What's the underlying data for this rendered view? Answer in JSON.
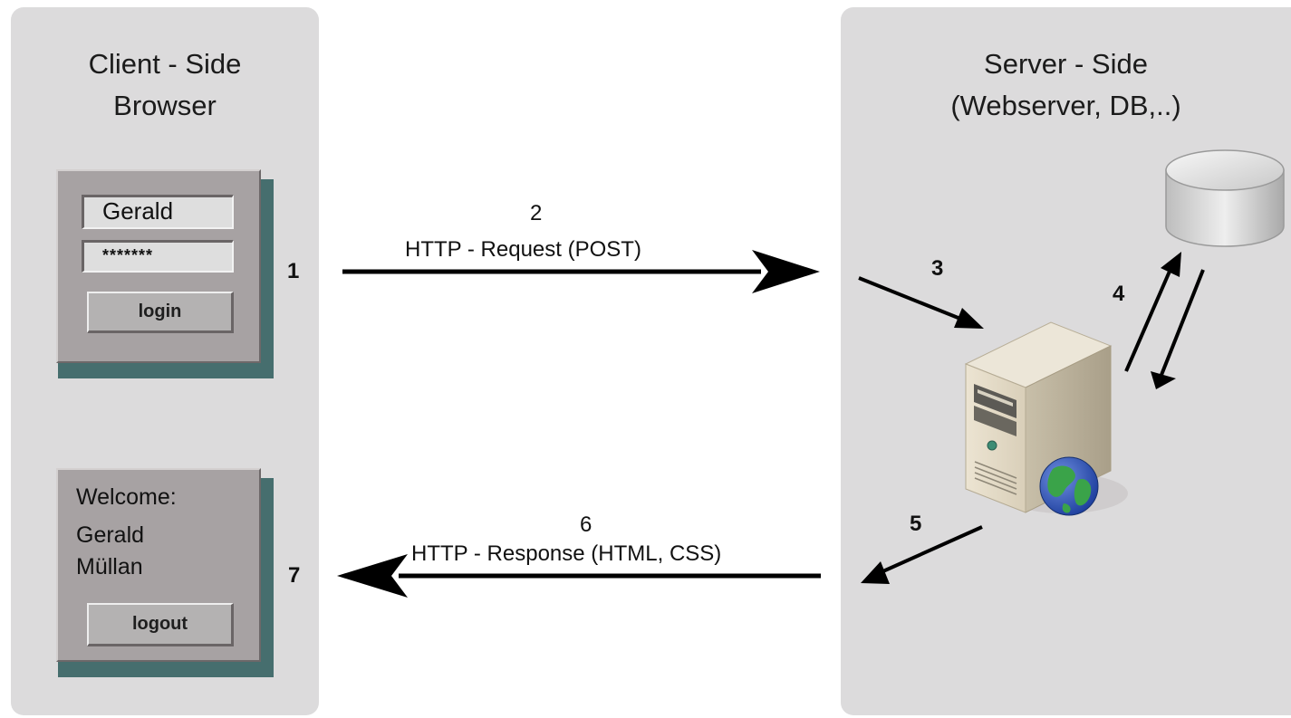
{
  "client": {
    "title_line1": "Client - Side",
    "title_line2": "Browser",
    "login_window": {
      "username_value": "Gerald",
      "password_value": "*******",
      "login_label": "login"
    },
    "welcome_window": {
      "welcome_label": "Welcome:",
      "name_line1": "Gerald",
      "name_line2": "Müllan",
      "logout_label": "logout"
    }
  },
  "server": {
    "title_line1": "Server - Side",
    "title_line2": "(Webserver, DB,..)"
  },
  "request": {
    "step": "2",
    "label": "HTTP - Request (POST)"
  },
  "response": {
    "step": "6",
    "label": "HTTP - Response (HTML, CSS)"
  },
  "steps": {
    "s1": "1",
    "s3": "3",
    "s4": "4",
    "s5": "5",
    "s7": "7"
  },
  "colors": {
    "panel": "#dcdbdc",
    "window": "#a7a2a3",
    "window_shadow": "#466e6e",
    "arrow": "#000000"
  },
  "icons": [
    "database-icon",
    "server-tower-icon",
    "globe-icon"
  ]
}
